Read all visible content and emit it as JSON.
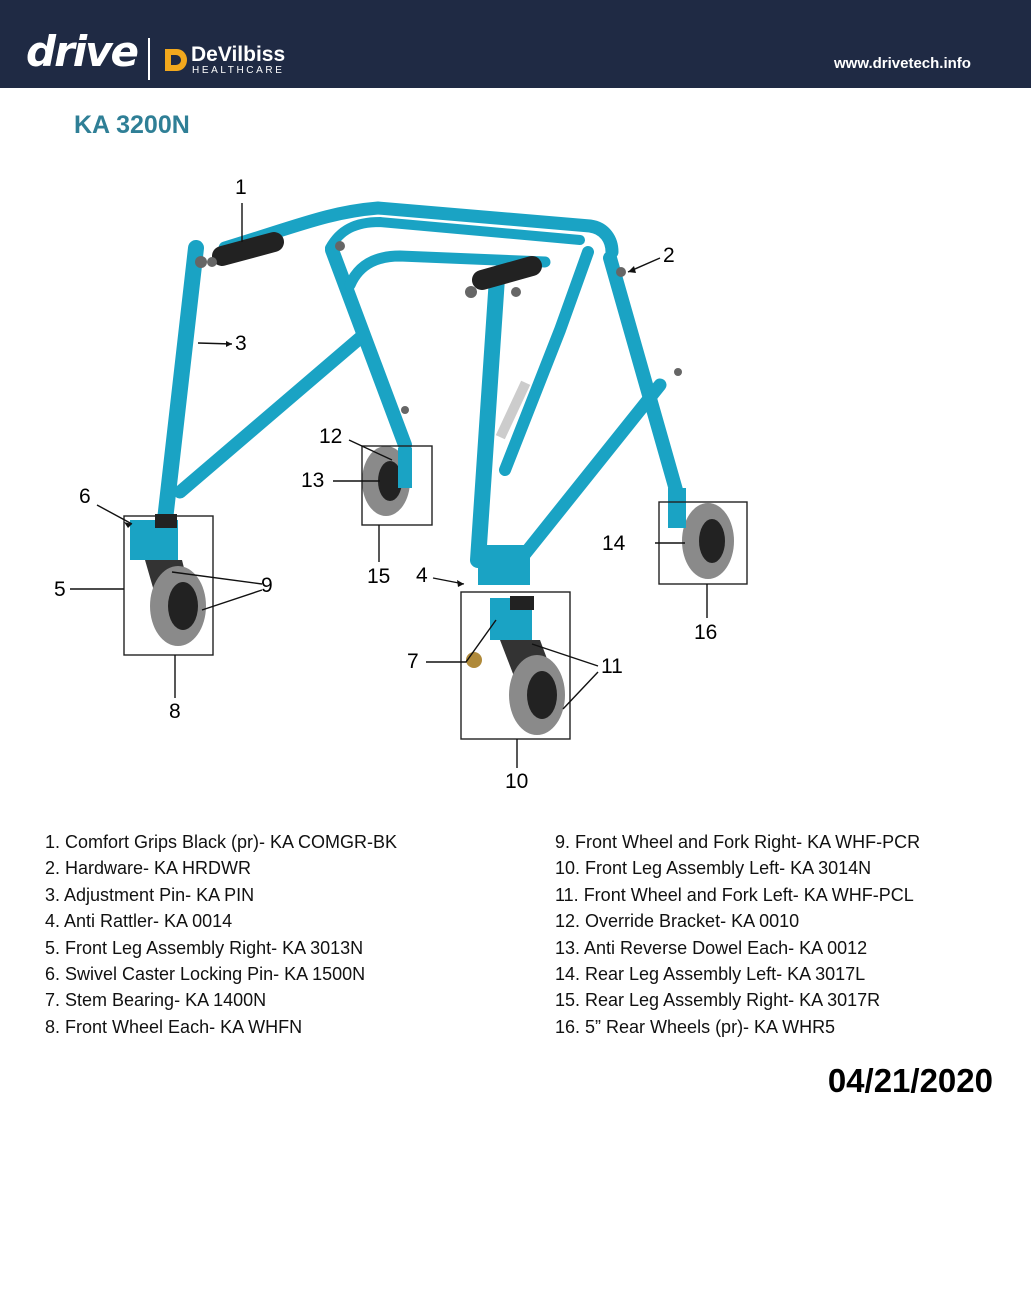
{
  "header": {
    "brand_logo": "drive",
    "partner_logo_name": "DeVilbiss",
    "partner_logo_sub": "HEALTHCARE",
    "website": "www.drivetech.info",
    "background_color": "#1f2a44"
  },
  "title": "KA 3200N",
  "diagram": {
    "frame_color": "#1aa3c4",
    "callouts": [
      "1",
      "2",
      "3",
      "4",
      "5",
      "6",
      "7",
      "8",
      "9",
      "10",
      "11",
      "12",
      "13",
      "14",
      "15",
      "16"
    ]
  },
  "parts_left": [
    "1. Comfort Grips Black (pr)- KA COMGR-BK",
    "2. Hardware- KA HRDWR",
    "3. Adjustment Pin- KA PIN",
    "4. Anti Rattler- KA 0014",
    "5. Front Leg Assembly Right- KA 3013N",
    "6. Swivel Caster Locking Pin- KA 1500N",
    "7. Stem Bearing- KA 1400N",
    "8. Front Wheel Each- KA WHFN"
  ],
  "parts_right": [
    "9. Front Wheel and Fork Right- KA WHF-PCR",
    "10. Front Leg Assembly Left- KA 3014N",
    "11. Front Wheel and Fork Left- KA WHF-PCL",
    "12. Override Bracket- KA 0010",
    "13. Anti Reverse Dowel Each- KA 0012",
    "14. Rear Leg Assembly Left- KA 3017L",
    "15. Rear Leg Assembly Right- KA 3017R",
    "16. 5” Rear Wheels (pr)- KA WHR5"
  ],
  "date": "04/21/2020"
}
